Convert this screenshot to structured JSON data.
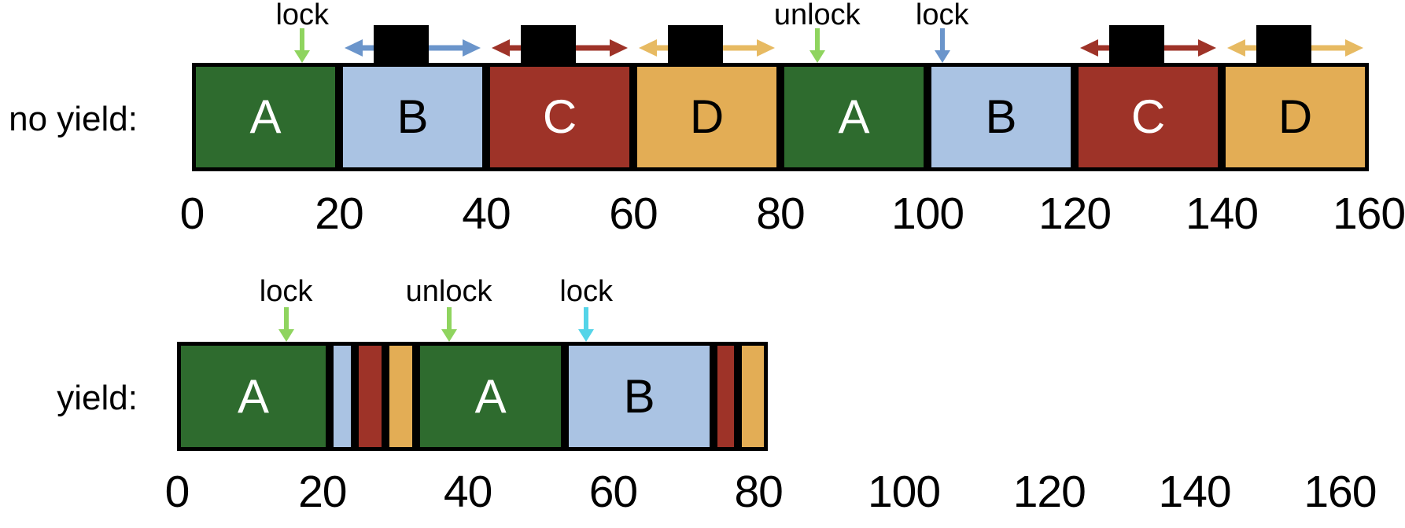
{
  "chart_data": {
    "type": "timeline",
    "threads": {
      "A": {
        "fill": "#2e6b2e",
        "label_color": "#ffffff"
      },
      "B": {
        "fill": "#aac3e3",
        "label_color": "#000000",
        "spin_arrow_color": "#6b95cb"
      },
      "C": {
        "fill": "#9e3328",
        "label_color": "#ffffff",
        "spin_arrow_color": "#9e3328"
      },
      "D": {
        "fill": "#e3ad55",
        "label_color": "#000000",
        "spin_arrow_color": "#e7ba62"
      }
    },
    "rows": [
      {
        "label": "no yield:",
        "ticks": [
          0,
          20,
          40,
          60,
          80,
          100,
          120,
          140,
          160
        ],
        "segments": [
          {
            "thread": "A",
            "start": 0,
            "end": 20,
            "labeled": true
          },
          {
            "thread": "B",
            "start": 20,
            "end": 40,
            "labeled": true,
            "spin": true
          },
          {
            "thread": "C",
            "start": 40,
            "end": 60,
            "labeled": true,
            "spin": true
          },
          {
            "thread": "D",
            "start": 60,
            "end": 80,
            "labeled": true,
            "spin": true
          },
          {
            "thread": "A",
            "start": 80,
            "end": 100,
            "labeled": true
          },
          {
            "thread": "B",
            "start": 100,
            "end": 120,
            "labeled": true
          },
          {
            "thread": "C",
            "start": 120,
            "end": 140,
            "labeled": true,
            "spin": true
          },
          {
            "thread": "D",
            "start": 140,
            "end": 160,
            "labeled": true,
            "spin": true
          }
        ],
        "annotations": [
          {
            "label": "lock",
            "time": 15,
            "arrow_color": "#8fd45f"
          },
          {
            "label": "unlock",
            "time": 85,
            "arrow_color": "#8fd45f"
          },
          {
            "label": "lock",
            "time": 102,
            "arrow_color": "#6b95cb"
          }
        ]
      },
      {
        "label": "yield:",
        "ticks": [
          0,
          20,
          40,
          60,
          80,
          100,
          120,
          140,
          160
        ],
        "segments": [
          {
            "thread": "A",
            "start": 0,
            "end": 21,
            "labeled": true
          },
          {
            "thread": "B",
            "start": 21,
            "end": 24.5
          },
          {
            "thread": "C",
            "start": 24.5,
            "end": 28.7
          },
          {
            "thread": "D",
            "start": 28.7,
            "end": 32.9
          },
          {
            "thread": "A",
            "start": 32.9,
            "end": 53.4,
            "labeled": true
          },
          {
            "thread": "B",
            "start": 53.4,
            "end": 73.8,
            "labeled": true
          },
          {
            "thread": "C",
            "start": 73.8,
            "end": 77.2
          },
          {
            "thread": "D",
            "start": 77.2,
            "end": 81.3
          }
        ],
        "annotations": [
          {
            "label": "lock",
            "time": 15,
            "arrow_color": "#8fd45f"
          },
          {
            "label": "unlock",
            "time": 37.4,
            "arrow_color": "#8fd45f"
          },
          {
            "label": "lock",
            "time": 56.3,
            "arrow_color": "#54d4e8"
          }
        ]
      }
    ]
  }
}
